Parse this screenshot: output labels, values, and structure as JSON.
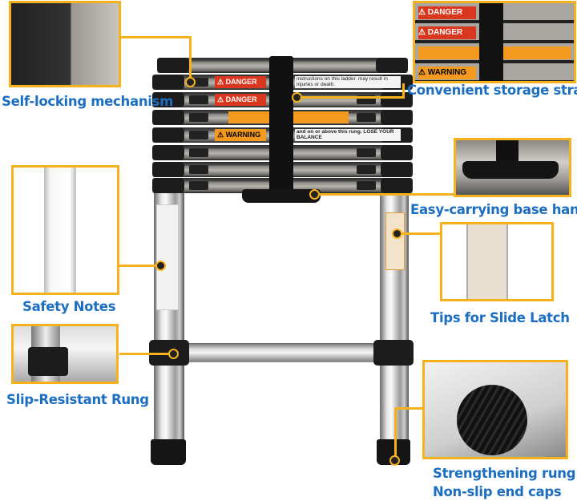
{
  "callouts": {
    "self_locking": "Self-locking mechanism",
    "storage_strap": "Convenient storage strap",
    "base_handle": "Easy-carrying base handle",
    "safety_notes": "Safety Notes",
    "slide_latch": "Tips for Slide Latch",
    "slip_resistant": "Slip-Resistant Rung",
    "strengthening_line1": "Strengthening rung",
    "strengthening_line2": "Non-slip end caps"
  },
  "stickers": {
    "danger": "DANGER",
    "warning": "WARNING",
    "danger_text_1": "instructions on this ladder. may result in injuries or death.",
    "warning_text": "and on or above this rung. LOSE YOUR BALANCE"
  },
  "colors": {
    "label_blue": "#1b6ec2",
    "callout_gold": "#f5b21c",
    "danger_red": "#d9381e",
    "warning_orange": "#f39a1e"
  }
}
